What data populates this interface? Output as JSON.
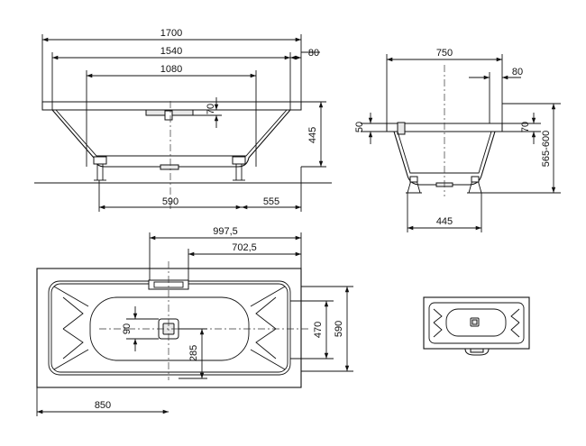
{
  "dimensions": {
    "side_total_length": "1700",
    "side_inner_length": "1540",
    "side_floor_length": "1080",
    "side_rim_width": "80",
    "side_overflow_height": "70",
    "side_height": "445",
    "side_waste_offset": "590",
    "side_foot_offset": "555",
    "end_outer_width": "750",
    "end_rim_width": "80",
    "end_rim_height": "50",
    "end_overflow_height": "70",
    "end_total_height": "565-600",
    "end_foot_span": "445",
    "plan_waste_position": "997,5",
    "plan_overflow_position": "702,5",
    "plan_waste_size": "90",
    "plan_waste_from_side": "285",
    "plan_inner_width": "470",
    "plan_outer_width": "590",
    "plan_waste_from_end": "850"
  }
}
